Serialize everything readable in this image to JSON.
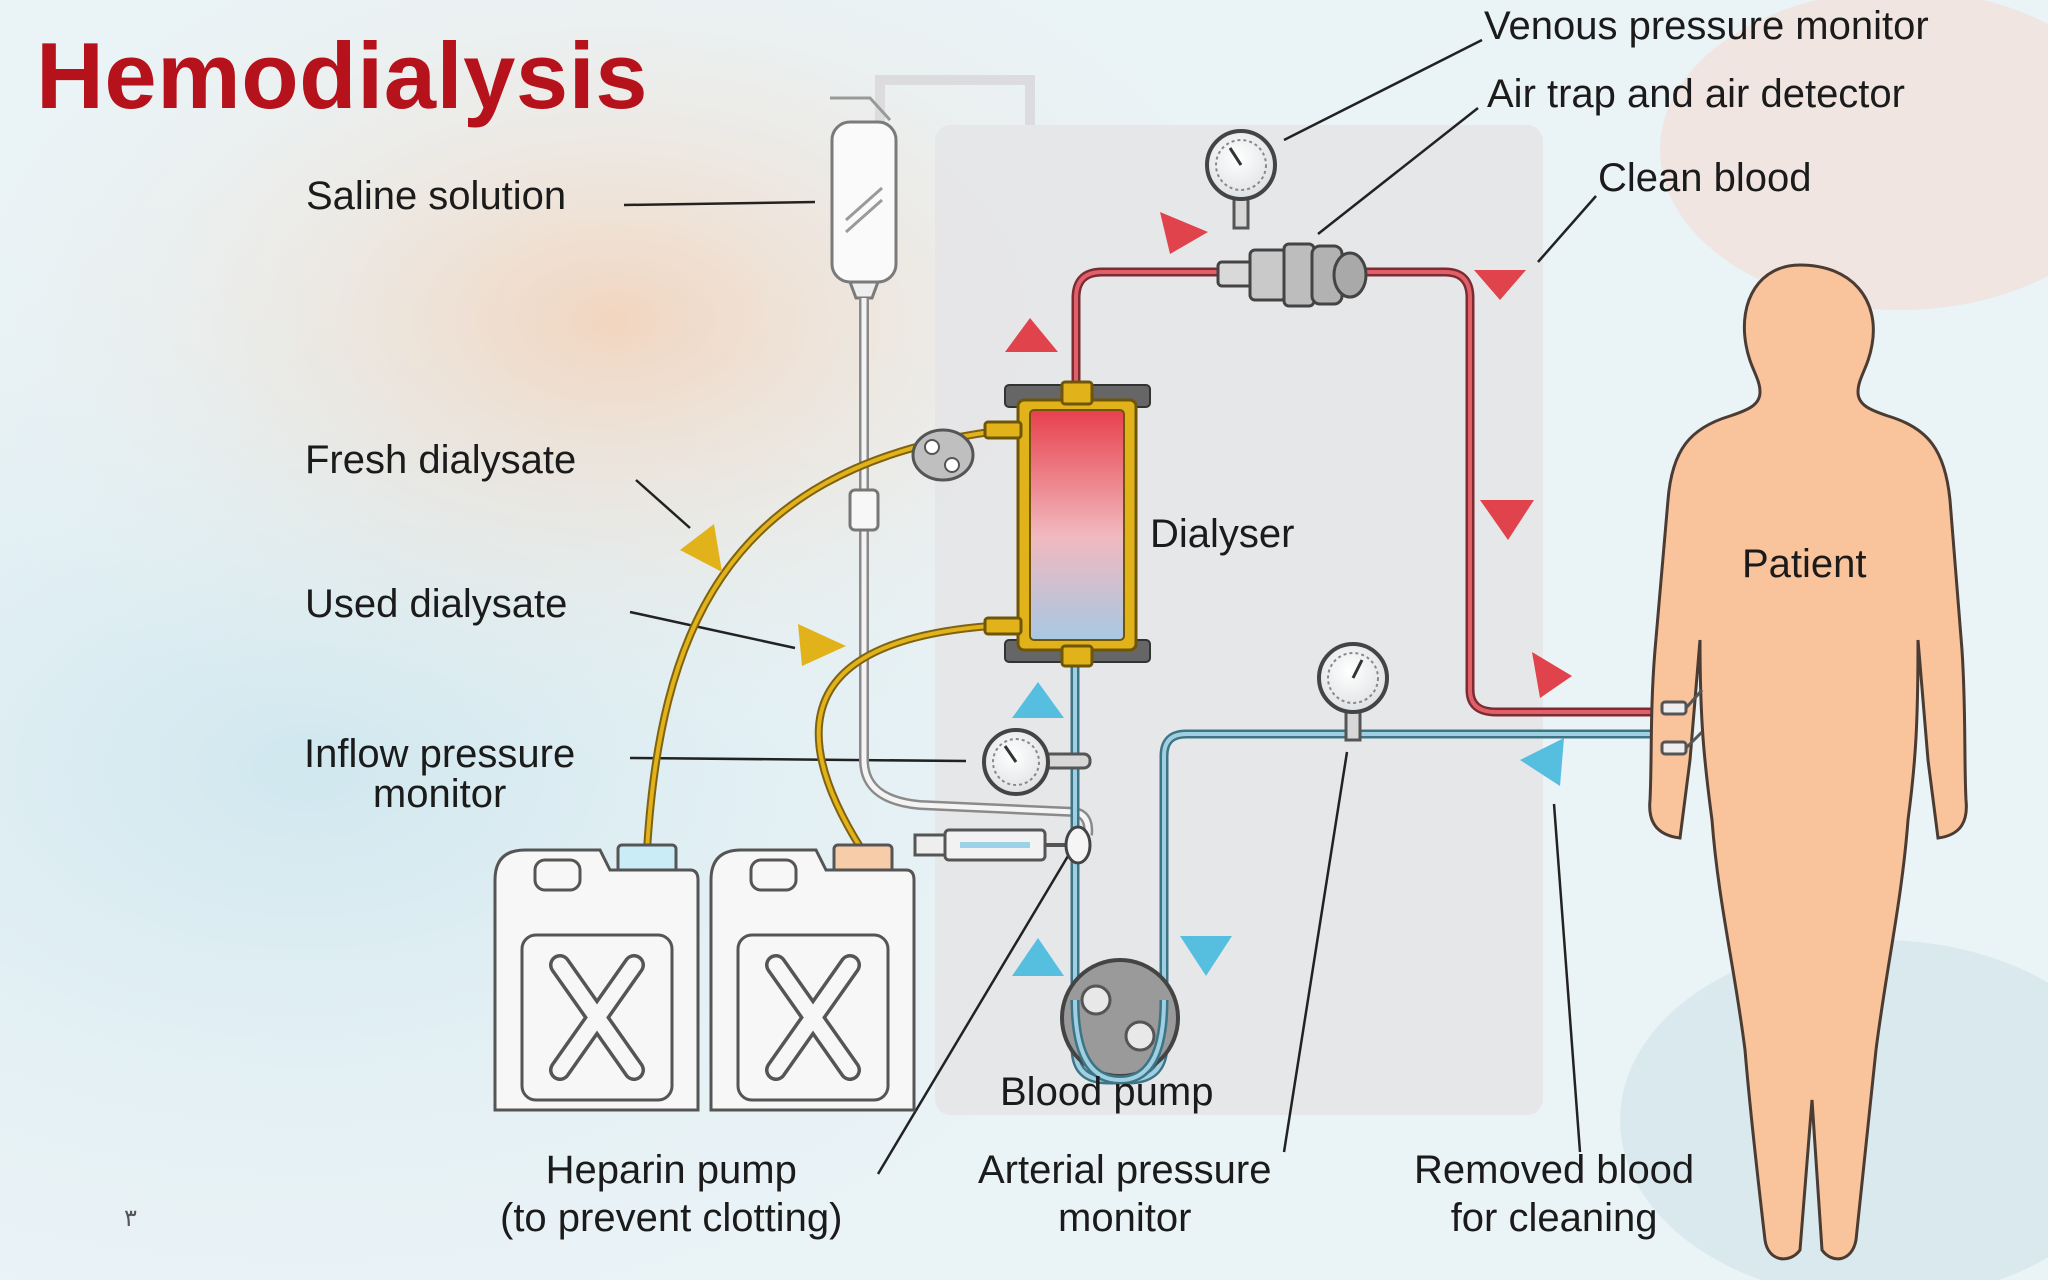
{
  "title": "Hemodialysis",
  "slide_number": "٣",
  "labels": {
    "venous_pressure_monitor": "Venous pressure monitor",
    "air_trap": "Air trap and air detector",
    "clean_blood": "Clean blood",
    "saline_solution": "Saline solution",
    "fresh_dialysate": "Fresh dialysate",
    "used_dialysate": "Used dialysate",
    "dialyser": "Dialyser",
    "patient": "Patient",
    "inflow_pressure_line1": "Inflow pressure",
    "inflow_pressure_line2": "monitor",
    "blood_pump": "Blood pump",
    "heparin_line1": "Heparin pump",
    "heparin_line2": "(to prevent clotting)",
    "arterial_line1": "Arterial pressure",
    "arterial_line2": "monitor",
    "removed_line1": "Removed blood",
    "removed_line2": "for cleaning"
  },
  "colors": {
    "title": "#b5121b",
    "clean_blood_tube": "#c0404a",
    "removed_blood_tube": "#6aa9c0",
    "dialysate_tube": "#d4a21c",
    "red_arrow": "#e0434c",
    "blue_arrow": "#56bfe0",
    "yellow_arrow": "#e2b21a",
    "patient_skin": "#f9c39c",
    "machine_panel": "#e6e6e8"
  }
}
